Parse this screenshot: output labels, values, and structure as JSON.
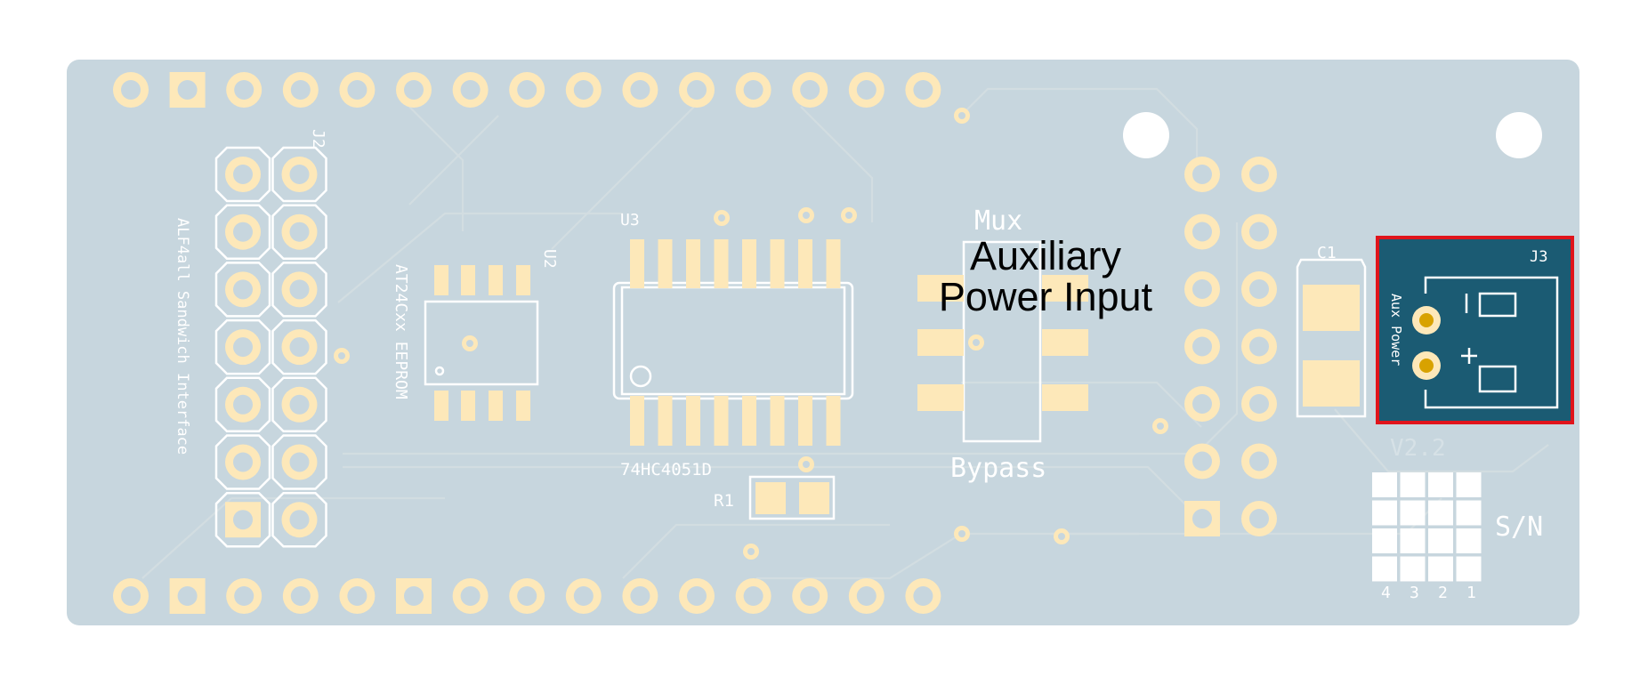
{
  "colors": {
    "board": "#c7d6de",
    "pad": "#fde8b9",
    "silkscreen": "#ffffff",
    "highlight_board": "#1b5b73",
    "highlight_border": "#e0141b"
  },
  "labels": {
    "j2": "J2",
    "j2_desc": "ALF4all Sandwich Interface",
    "u2": "U2",
    "u2_desc": "AT24Cxx EEPROM",
    "u3": "U3",
    "u3_part": "74HC4051D",
    "r1": "R1",
    "mux": "Mux",
    "bypass": "Bypass",
    "c1": "C1",
    "j3": "J3",
    "aux_power": "Aux Power",
    "sn": "S/N",
    "sn_digits": [
      "4",
      "3",
      "2",
      "1"
    ],
    "version": "V2.2"
  },
  "callout": {
    "line1": "Auxiliary",
    "line2": "Power Input"
  }
}
